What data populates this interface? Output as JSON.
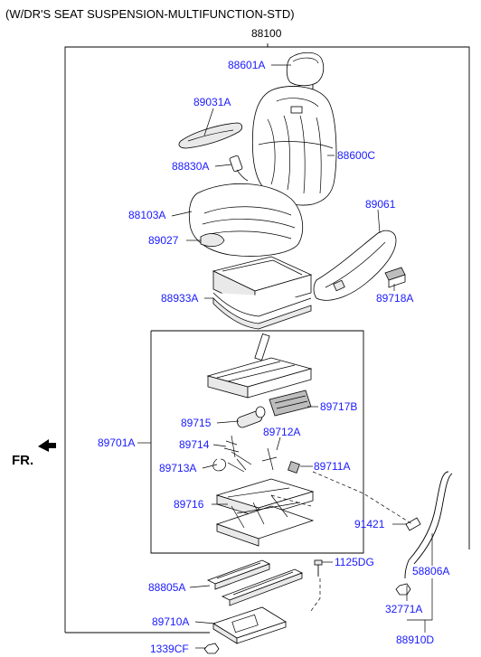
{
  "diagram": {
    "title": "(W/DR'S SEAT SUSPENSION-MULTIFUNCTION-STD)",
    "direction_label": "FR.",
    "parts": {
      "p88100": "88100",
      "p88601A": "88601A",
      "p89031A": "89031A",
      "p88830A": "88830A",
      "p88600C": "88600C",
      "p88103A": "88103A",
      "p89061": "89061",
      "p89027": "89027",
      "p88933A": "88933A",
      "p89718A": "89718A",
      "p89717B": "89717B",
      "p89715": "89715",
      "p89712A": "89712A",
      "p89701A": "89701A",
      "p89714": "89714",
      "p89713A": "89713A",
      "p89711A": "89711A",
      "p89716": "89716",
      "p91421": "91421",
      "p1125DG": "1125DG",
      "p88805A": "88805A",
      "p58806A": "58806A",
      "p32771A": "32771A",
      "p89710A": "89710A",
      "p88910D": "88910D",
      "p1339CF": "1339CF"
    }
  }
}
